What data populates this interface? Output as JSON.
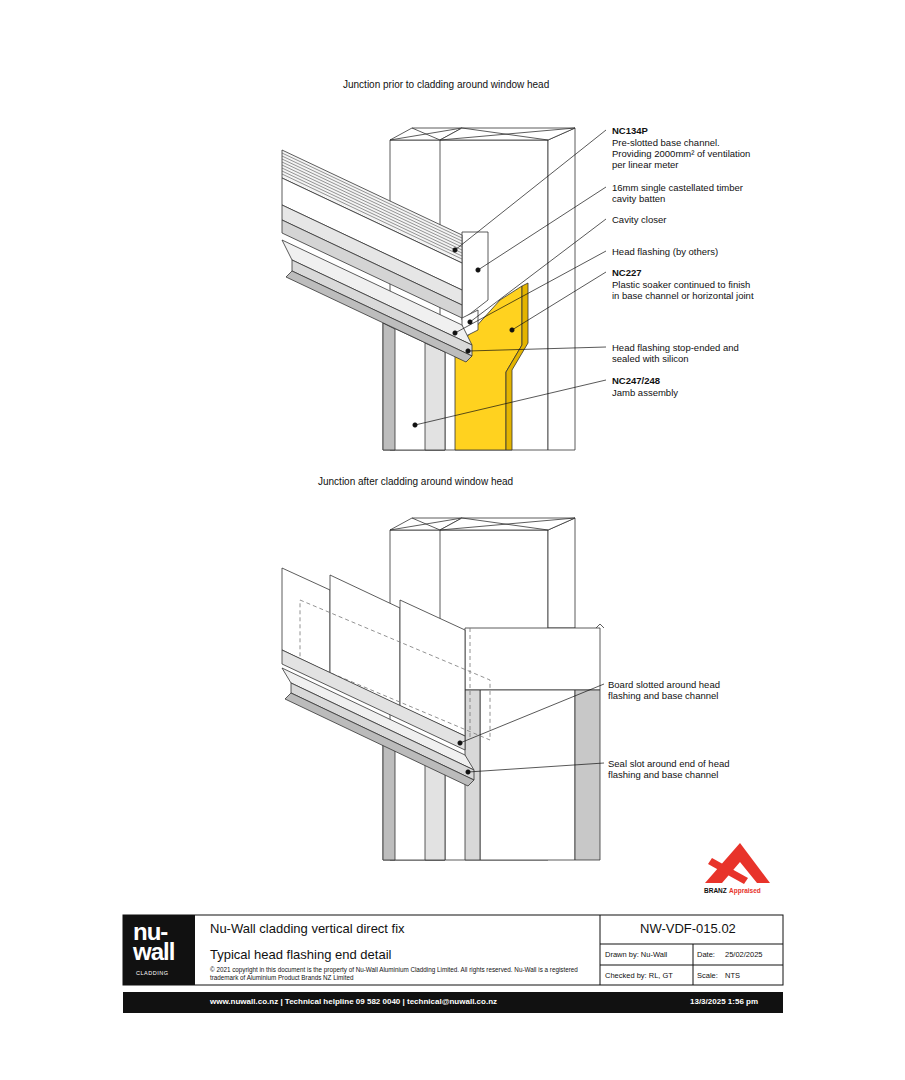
{
  "diagram": {
    "labels": [
      "Junction prior to cladding around window head",
      "NC134P",
      "Pre-slotted base channel. Providing 2000mm² of ventilation per linear meter",
      "16mm single castellated timber cavity batten",
      "Cavity closer",
      "Head flashing (by others)",
      "NC227",
      "Plastic soaker continued to finish in base channel or horizontal joint",
      "Head flashing stop-ended and sealed with silicon",
      "NC247/248",
      "Jamb assembly",
      "Junction after cladding around window head",
      "Board slotted around head flashing and base channel",
      "Seal slot around end of head flashing and base channel",
      "BRANZ",
      "Appraised",
      "nu-wall",
      "CLADDING",
      "Nu-Wall cladding vertical direct fix",
      "Typical head flashing end detail",
      "© 2021 copyright in this document is the property of Nu-Wall Aluminium Cladding Limited. All rights reserved. Nu-Wall is a registered trademark of Aluminium Product Brands NZ Limited",
      "NW-VDF-015.02",
      "Drawn by: Nu-Wall",
      "Date:",
      "25/02/2025",
      "Checked by: RL, GT",
      "Scale:",
      "NTS",
      "www.nuwall.co.nz | Technical helpline 09 582 0040 | technical@nuwall.co.nz",
      "13/3/2025 1:56 pm"
    ]
  }
}
